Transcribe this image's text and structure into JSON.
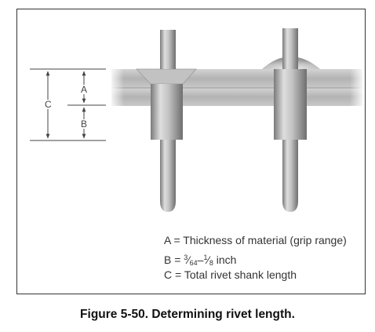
{
  "figure": {
    "dimension_labels": {
      "a": "A",
      "b": "B",
      "c": "C"
    },
    "legend": {
      "a_line": "A = Thickness of material (grip range)",
      "b_prefix": "B = ",
      "b_frac1_num": "3",
      "b_frac1_den": "64",
      "b_dash": "–",
      "b_frac2_num": "1",
      "b_frac2_den": "8",
      "b_unit": " inch",
      "c_line": "C = Total rivet shank length"
    }
  },
  "caption": "Figure 5-50. Determining rivet length."
}
